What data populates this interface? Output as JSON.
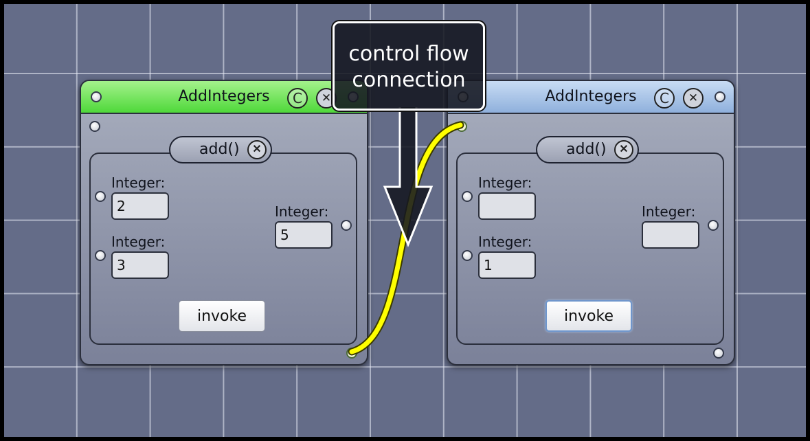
{
  "nodes": [
    {
      "title": "AddIntegers",
      "header_color": "#5fe04a",
      "close_glyph": "C",
      "remove_glyph": "✕",
      "method": {
        "label": "add()",
        "remove_glyph": "✕"
      },
      "params": [
        {
          "label": "Integer:",
          "value": "2"
        },
        {
          "label": "Integer:",
          "value": "3"
        }
      ],
      "result": {
        "label": "Integer:",
        "value": "5"
      },
      "invoke_label": "invoke"
    },
    {
      "title": "AddIntegers",
      "header_color": "#a6c2e6",
      "close_glyph": "C",
      "remove_glyph": "✕",
      "method": {
        "label": "add()",
        "remove_glyph": "✕"
      },
      "params": [
        {
          "label": "Integer:",
          "value": ""
        },
        {
          "label": "Integer:",
          "value": "1"
        }
      ],
      "result": {
        "label": "Integer:",
        "value": ""
      },
      "invoke_label": "invoke"
    }
  ],
  "callout": {
    "line1": "control flow",
    "line2": "connection"
  },
  "colors": {
    "canvas": "#646c88",
    "grid": "#dfe2ee",
    "wire": "#ffff00",
    "wire_outline": "#3a3a00"
  }
}
